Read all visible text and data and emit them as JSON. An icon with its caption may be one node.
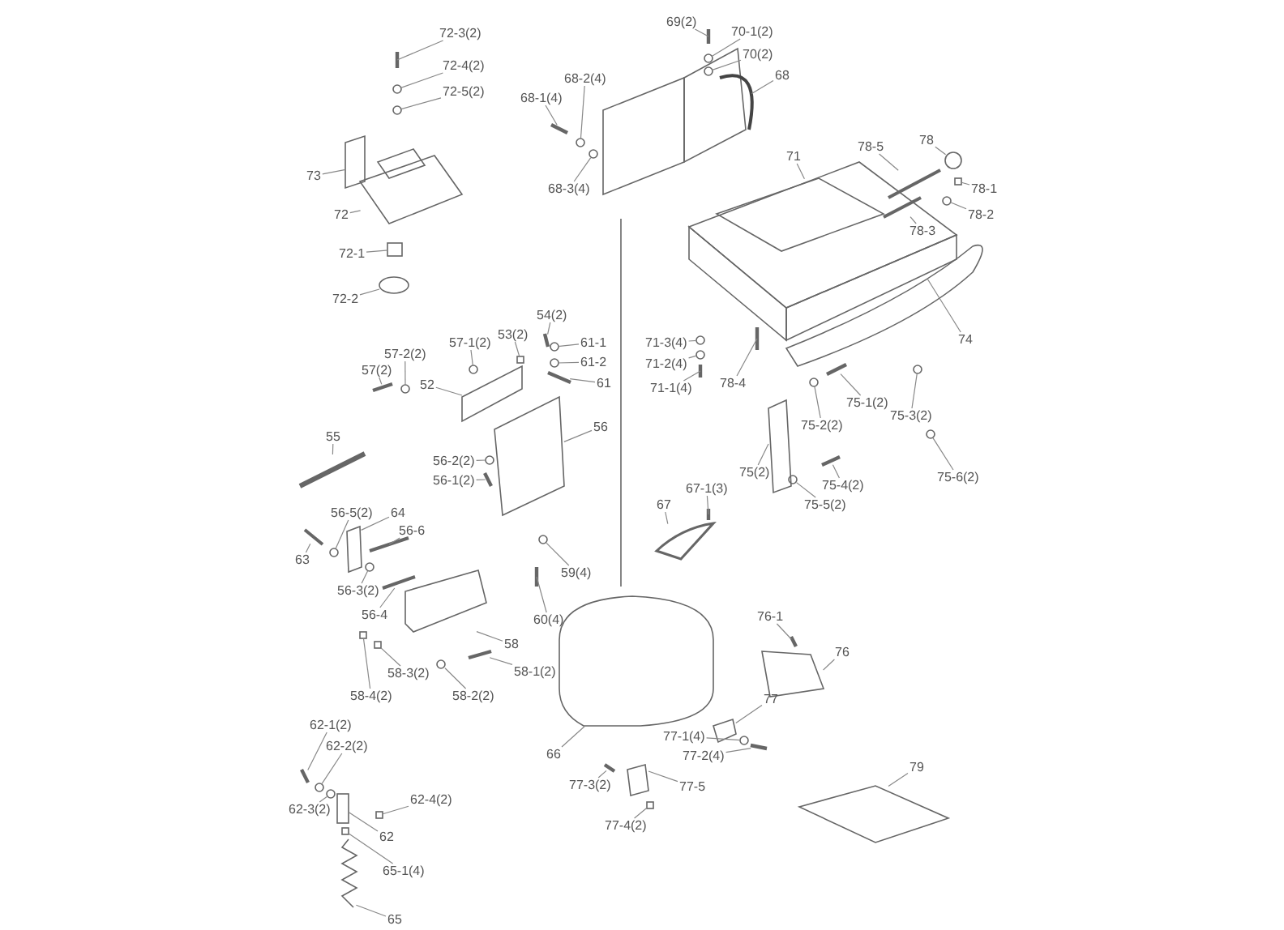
{
  "diagram": {
    "nodes": [
      {
        "text": [
          "72-3(2)"
        ]
      },
      {
        "text": [
          "72-4(2)"
        ]
      },
      {
        "text": [
          "72-5(2)"
        ]
      },
      {
        "text": [
          "73"
        ]
      },
      {
        "text": [
          "72"
        ]
      },
      {
        "text": [
          "72-1"
        ]
      },
      {
        "text": [
          "72-2"
        ]
      },
      {
        "text": [
          "69(2)"
        ]
      },
      {
        "text": [
          "70-1(2)"
        ]
      },
      {
        "text": [
          "70(2)"
        ]
      },
      {
        "text": [
          "68"
        ]
      },
      {
        "text": [
          "68-2(4)"
        ]
      },
      {
        "text": [
          "68-1(4)"
        ]
      },
      {
        "text": [
          "68-3(4)"
        ]
      },
      {
        "text": [
          "71"
        ]
      },
      {
        "text": [
          "78"
        ]
      },
      {
        "text": [
          "78-5"
        ]
      },
      {
        "text": [
          "78-1"
        ]
      },
      {
        "text": [
          "78-3"
        ]
      },
      {
        "text": [
          "78-2"
        ]
      },
      {
        "text": [
          "74"
        ]
      },
      {
        "text": [
          "71-3(4)"
        ]
      },
      {
        "text": [
          "71-2(4)"
        ]
      },
      {
        "text": [
          "71-1(4)"
        ]
      },
      {
        "text": [
          "78-4"
        ]
      },
      {
        "text": [
          "75-1(2)"
        ]
      },
      {
        "text": [
          "75-2(2)"
        ]
      },
      {
        "text": [
          "75-3(2)"
        ]
      },
      {
        "text": [
          "75-6(2)"
        ]
      },
      {
        "text": [
          "75(2)"
        ]
      },
      {
        "text": [
          "75-4(2)"
        ]
      },
      {
        "text": [
          "75-5(2)"
        ]
      },
      {
        "text": [
          "54(2)"
        ]
      },
      {
        "text": [
          "53(2)"
        ]
      },
      {
        "text": [
          "57-1(2)"
        ]
      },
      {
        "text": [
          "57-2(2)"
        ]
      },
      {
        "text": [
          "57(2)"
        ]
      },
      {
        "text": [
          "61-1"
        ]
      },
      {
        "text": [
          "61-2"
        ]
      },
      {
        "text": [
          "61"
        ]
      },
      {
        "text": [
          "52"
        ]
      },
      {
        "text": [
          "56"
        ]
      },
      {
        "text": [
          "55"
        ]
      },
      {
        "text": [
          "56-2(2)"
        ]
      },
      {
        "text": [
          "56-1(2)"
        ]
      },
      {
        "text": [
          "56-5(2)"
        ]
      },
      {
        "text": [
          "64"
        ]
      },
      {
        "text": [
          "56-6"
        ]
      },
      {
        "text": [
          "63"
        ]
      },
      {
        "text": [
          "56-3(2)"
        ]
      },
      {
        "text": [
          "56-4"
        ]
      },
      {
        "text": [
          "59(4)"
        ]
      },
      {
        "text": [
          "60(4)"
        ]
      },
      {
        "text": [
          "58"
        ]
      },
      {
        "text": [
          "58-1(2)"
        ]
      },
      {
        "text": [
          "58-3(2)"
        ]
      },
      {
        "text": [
          "58-2(2)"
        ]
      },
      {
        "text": [
          "58-4(2)"
        ]
      },
      {
        "text": [
          "62-1(2)"
        ]
      },
      {
        "text": [
          "62-2(2)"
        ]
      },
      {
        "text": [
          "62-3(2)"
        ]
      },
      {
        "text": [
          "62-4(2)"
        ]
      },
      {
        "text": [
          "62"
        ]
      },
      {
        "text": [
          "65-1(4)"
        ]
      },
      {
        "text": [
          "65"
        ]
      },
      {
        "text": [
          "67-1(3)"
        ]
      },
      {
        "text": [
          "67"
        ]
      },
      {
        "text": [
          "76-1"
        ]
      },
      {
        "text": [
          "76"
        ]
      },
      {
        "text": [
          "77"
        ]
      },
      {
        "text": [
          "66"
        ]
      },
      {
        "text": [
          "77-1(4)"
        ]
      },
      {
        "text": [
          "77-2(4)"
        ]
      },
      {
        "text": [
          "77-3(2)"
        ]
      },
      {
        "text": [
          "77-5"
        ]
      },
      {
        "text": [
          "77-4(2)"
        ]
      },
      {
        "text": [
          "79"
        ]
      },
      {
        "text": [],
        "shape": "bar"
      },
      {
        "text": [],
        "shape": "circle"
      },
      {
        "text": [],
        "shape": "circle"
      },
      {
        "text": [],
        "shape": "box"
      },
      {
        "text": [],
        "shape": "box"
      },
      {
        "text": [],
        "shape": "box"
      },
      {
        "text": [],
        "shape": "circle"
      },
      {
        "text": [],
        "shape": "bar"
      },
      {
        "text": [],
        "shape": "circle"
      },
      {
        "text": [],
        "shape": "circle"
      },
      {
        "text": [],
        "shape": "picture"
      },
      {
        "text": [],
        "shape": "circle"
      },
      {
        "text": [],
        "shape": "bar"
      },
      {
        "text": [],
        "shape": "circle"
      },
      {
        "text": [],
        "shape": "box"
      },
      {
        "text": [],
        "shape": "circle"
      },
      {
        "text": [],
        "shape": "bar"
      },
      {
        "text": [],
        "shape": "box"
      },
      {
        "text": [],
        "shape": "bar"
      },
      {
        "text": [],
        "shape": "circle"
      },
      {
        "text": [],
        "shape": "picture"
      },
      {
        "text": [],
        "shape": "circle"
      },
      {
        "text": [],
        "shape": "circle"
      },
      {
        "text": [],
        "shape": "bar"
      },
      {
        "text": [],
        "shape": "bar"
      },
      {
        "text": [],
        "shape": "bar"
      },
      {
        "text": [],
        "shape": "circle"
      },
      {
        "text": [],
        "shape": "circle"
      },
      {
        "text": [],
        "shape": "circle"
      },
      {
        "text": [],
        "shape": "box"
      },
      {
        "text": [],
        "shape": "bar"
      },
      {
        "text": [],
        "shape": "circle"
      },
      {
        "text": [],
        "shape": "bar"
      },
      {
        "text": [],
        "shape": "box"
      },
      {
        "text": [],
        "shape": "circle"
      },
      {
        "text": [],
        "shape": "circle"
      },
      {
        "text": [],
        "shape": "bar"
      },
      {
        "text": [],
        "shape": "circle"
      },
      {
        "text": [],
        "shape": "circle"
      },
      {
        "text": [],
        "shape": "bar"
      },
      {
        "text": [],
        "shape": "box"
      },
      {
        "text": [],
        "shape": "box"
      },
      {
        "text": [],
        "shape": "bar"
      },
      {
        "text": [],
        "shape": "circle"
      },
      {
        "text": [],
        "shape": "bar"
      },
      {
        "text": [],
        "shape": "circle"
      },
      {
        "text": [],
        "shape": "box"
      },
      {
        "text": [],
        "shape": "bar"
      },
      {
        "text": [],
        "shape": "bar"
      },
      {
        "text": [],
        "shape": "circle"
      },
      {
        "text": [],
        "shape": "bar"
      },
      {
        "text": [],
        "shape": "circle"
      },
      {
        "text": [],
        "shape": "bar"
      },
      {
        "text": [],
        "shape": "picture"
      },
      {
        "text": [],
        "shape": "bar"
      },
      {
        "text": [],
        "shape": "box"
      },
      {
        "text": [],
        "shape": "circle"
      },
      {
        "text": [],
        "shape": "box"
      },
      {
        "text": [],
        "shape": "bar"
      },
      {
        "text": [],
        "shape": "circle"
      },
      {
        "text": [],
        "shape": "circle"
      },
      {
        "text": [],
        "shape": "box"
      },
      {
        "text": [],
        "shape": "box"
      },
      {
        "text": [],
        "shape": "box"
      },
      {
        "text": [],
        "shape": "picture"
      },
      {
        "text": [],
        "shape": "bar"
      },
      {
        "text": [],
        "shape": "picture"
      },
      {
        "text": [],
        "shape": "bar"
      },
      {
        "text": [],
        "shape": "box"
      },
      {
        "text": [],
        "shape": "box"
      },
      {
        "text": [],
        "shape": "picture"
      },
      {
        "text": [],
        "shape": "circle"
      },
      {
        "text": [],
        "shape": "bar"
      },
      {
        "text": [],
        "shape": "bar"
      },
      {
        "text": [],
        "shape": "box"
      },
      {
        "text": [],
        "shape": "box"
      },
      {
        "text": [],
        "shape": "box"
      }
    ],
    "edges": [
      {
        "from": 0,
        "to": 77,
        "arrow": "none"
      },
      {
        "from": 1,
        "to": 78,
        "arrow": "none"
      },
      {
        "from": 2,
        "to": 79,
        "arrow": "none"
      },
      {
        "from": 3,
        "to": 80,
        "arrow": "none"
      },
      {
        "from": 4,
        "to": 81,
        "arrow": "none"
      },
      {
        "from": 5,
        "to": 82,
        "arrow": "none"
      },
      {
        "from": 6,
        "to": 83,
        "arrow": "none"
      },
      {
        "from": 7,
        "to": 84,
        "arrow": "none"
      },
      {
        "from": 8,
        "to": 85,
        "arrow": "none"
      },
      {
        "from": 9,
        "to": 86,
        "arrow": "none"
      },
      {
        "from": 10,
        "to": 87,
        "arrow": "none"
      },
      {
        "from": 11,
        "to": 88,
        "arrow": "none"
      },
      {
        "from": 12,
        "to": 89,
        "arrow": "none"
      },
      {
        "from": 13,
        "to": 90,
        "arrow": "none"
      },
      {
        "from": 14,
        "to": 91,
        "arrow": "none"
      },
      {
        "from": 15,
        "to": 92,
        "arrow": "none"
      },
      {
        "from": 16,
        "to": 93,
        "arrow": "none"
      },
      {
        "from": 17,
        "to": 94,
        "arrow": "none"
      },
      {
        "from": 18,
        "to": 95,
        "arrow": "none"
      },
      {
        "from": 19,
        "to": 96,
        "arrow": "none"
      },
      {
        "from": 20,
        "to": 97,
        "arrow": "none"
      },
      {
        "from": 21,
        "to": 98,
        "arrow": "none"
      },
      {
        "from": 22,
        "to": 99,
        "arrow": "none"
      },
      {
        "from": 23,
        "to": 100,
        "arrow": "none"
      },
      {
        "from": 24,
        "to": 101,
        "arrow": "none"
      },
      {
        "from": 25,
        "to": 102,
        "arrow": "none"
      },
      {
        "from": 26,
        "to": 103,
        "arrow": "none"
      },
      {
        "from": 27,
        "to": 104,
        "arrow": "none"
      },
      {
        "from": 28,
        "to": 105,
        "arrow": "none"
      },
      {
        "from": 29,
        "to": 106,
        "arrow": "none"
      },
      {
        "from": 30,
        "to": 107,
        "arrow": "none"
      },
      {
        "from": 31,
        "to": 108,
        "arrow": "none"
      },
      {
        "from": 32,
        "to": 109,
        "arrow": "none"
      },
      {
        "from": 33,
        "to": 110,
        "arrow": "none"
      },
      {
        "from": 34,
        "to": 111,
        "arrow": "none"
      },
      {
        "from": 35,
        "to": 112,
        "arrow": "none"
      },
      {
        "from": 36,
        "to": 113,
        "arrow": "none"
      },
      {
        "from": 37,
        "to": 114,
        "arrow": "none"
      },
      {
        "from": 38,
        "to": 115,
        "arrow": "none"
      },
      {
        "from": 39,
        "to": 116,
        "arrow": "none"
      },
      {
        "from": 40,
        "to": 117,
        "arrow": "none"
      },
      {
        "from": 41,
        "to": 118,
        "arrow": "none"
      },
      {
        "from": 42,
        "to": 119,
        "arrow": "none"
      },
      {
        "from": 43,
        "to": 120,
        "arrow": "none"
      },
      {
        "from": 44,
        "to": 121,
        "arrow": "none"
      },
      {
        "from": 45,
        "to": 122,
        "arrow": "none"
      },
      {
        "from": 46,
        "to": 123,
        "arrow": "none"
      },
      {
        "from": 47,
        "to": 124,
        "arrow": "none"
      },
      {
        "from": 48,
        "to": 125,
        "arrow": "none"
      },
      {
        "from": 49,
        "to": 126,
        "arrow": "none"
      },
      {
        "from": 50,
        "to": 127,
        "arrow": "none"
      },
      {
        "from": 51,
        "to": 128,
        "arrow": "none"
      },
      {
        "from": 52,
        "to": 129,
        "arrow": "none"
      },
      {
        "from": 53,
        "to": 130,
        "arrow": "none"
      },
      {
        "from": 54,
        "to": 131,
        "arrow": "none"
      },
      {
        "from": 55,
        "to": 132,
        "arrow": "none"
      },
      {
        "from": 56,
        "to": 133,
        "arrow": "none"
      },
      {
        "from": 57,
        "to": 134,
        "arrow": "none"
      },
      {
        "from": 58,
        "to": 135,
        "arrow": "none"
      },
      {
        "from": 59,
        "to": 136,
        "arrow": "none"
      },
      {
        "from": 60,
        "to": 137,
        "arrow": "none"
      },
      {
        "from": 61,
        "to": 138,
        "arrow": "none"
      },
      {
        "from": 62,
        "to": 139,
        "arrow": "none"
      },
      {
        "from": 63,
        "to": 140,
        "arrow": "none"
      },
      {
        "from": 64,
        "to": 141,
        "arrow": "none"
      },
      {
        "from": 65,
        "to": 142,
        "arrow": "none"
      },
      {
        "from": 66,
        "to": 143,
        "arrow": "none"
      },
      {
        "from": 67,
        "to": 144,
        "arrow": "none"
      },
      {
        "from": 68,
        "to": 145,
        "arrow": "none"
      },
      {
        "from": 69,
        "to": 146,
        "arrow": "none"
      },
      {
        "from": 70,
        "to": 147,
        "arrow": "none"
      },
      {
        "from": 71,
        "to": 148,
        "arrow": "none"
      },
      {
        "from": 72,
        "to": 149,
        "arrow": "none"
      },
      {
        "from": 73,
        "to": 150,
        "arrow": "none"
      },
      {
        "from": 74,
        "to": 151,
        "arrow": "none"
      },
      {
        "from": 75,
        "to": 152,
        "arrow": "none"
      },
      {
        "from": 76,
        "to": 153,
        "arrow": "none"
      }
    ]
  }
}
